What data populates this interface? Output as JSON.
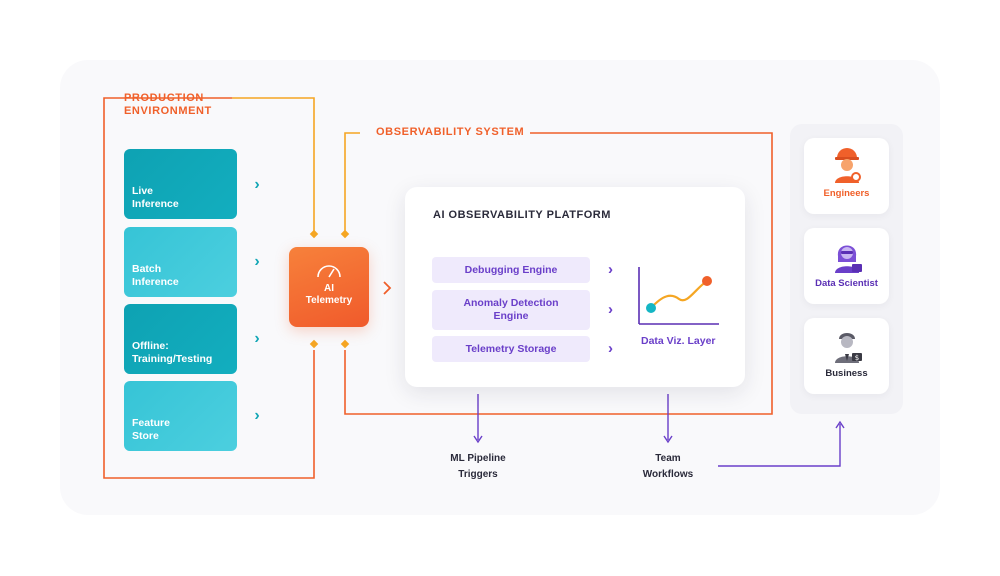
{
  "production_environment": {
    "title": "PRODUCTION ENVIRONMENT",
    "sources": [
      {
        "label_line1": "Live",
        "label_line2": "Inference"
      },
      {
        "label_line1": "Batch",
        "label_line2": "Inference"
      },
      {
        "label_line1": "Offline:",
        "label_line2": "Training/Testing"
      },
      {
        "label_line1": "Feature",
        "label_line2": "Store"
      }
    ]
  },
  "telemetry": {
    "line1": "AI",
    "line2": "Telemetry",
    "icon": "gauge-icon"
  },
  "observability_system": {
    "title": "OBSERVABILITY SYSTEM"
  },
  "platform": {
    "title": "AI OBSERVABILITY PLATFORM",
    "engines": [
      {
        "line1": "Debugging Engine",
        "line2": ""
      },
      {
        "line1": "Anomaly Detection",
        "line2": "Engine"
      },
      {
        "line1": "Telemetry Storage",
        "line2": ""
      }
    ],
    "viz_label": "Data Viz. Layer"
  },
  "outputs": [
    {
      "line1": "ML Pipeline",
      "line2": "Triggers"
    },
    {
      "line1": "Team",
      "line2": "Workflows"
    }
  ],
  "personas": [
    {
      "name": "Engineers",
      "icon": "engineer-icon"
    },
    {
      "name": "Data Scientist",
      "icon": "data-scientist-icon"
    },
    {
      "name": "Business",
      "icon": "business-person-icon"
    }
  ],
  "colors": {
    "orange": "#f0602a",
    "amber": "#f5a623",
    "teal_dark": "#0ea2b3",
    "teal_light": "#36c4d6",
    "purple": "#6a3fc9",
    "lavender": "#efeafc"
  }
}
